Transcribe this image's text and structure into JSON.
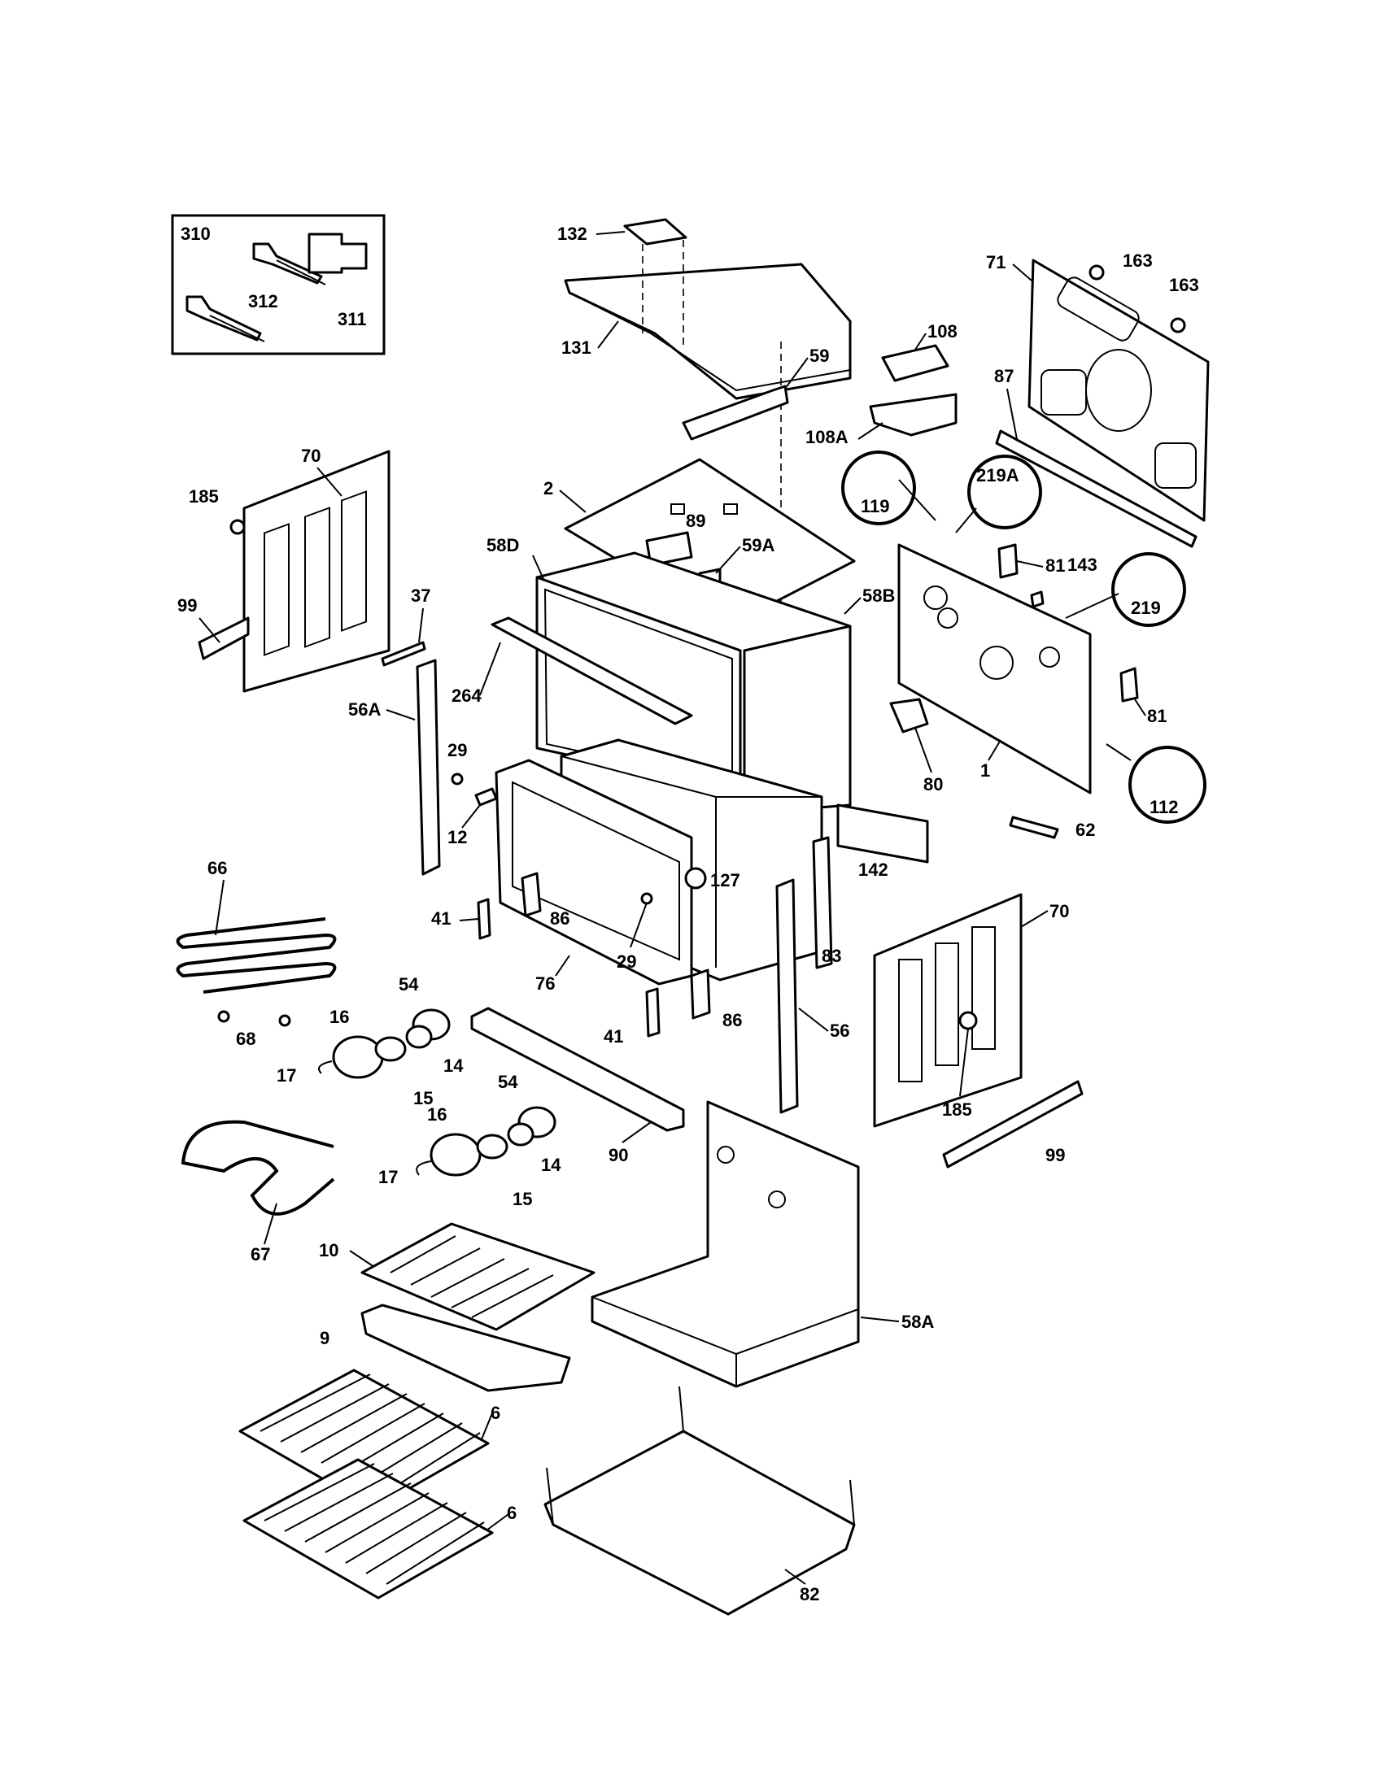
{
  "labels": {
    "l310": "310",
    "l311": "311",
    "l312": "312",
    "l132": "132",
    "l131": "131",
    "l59": "59",
    "l108": "108",
    "l108A": "108A",
    "l163a": "163",
    "l163b": "163",
    "l71": "71",
    "l87": "87",
    "l70a": "70",
    "l185a": "185",
    "l99a": "99",
    "l2": "2",
    "l89": "89",
    "l59A": "59A",
    "l58D": "58D",
    "l58B": "58B",
    "l119": "119",
    "l219A": "219A",
    "l219": "219",
    "l81a": "81",
    "l143": "143",
    "l81b": "81",
    "l112": "112",
    "l80": "80",
    "l1": "1",
    "l62": "62",
    "l37": "37",
    "l264": "264",
    "l56A": "56A",
    "l29a": "29",
    "l12": "12",
    "l127": "127",
    "l142": "142",
    "l66": "66",
    "l41a": "41",
    "l86a": "86",
    "l29b": "29",
    "l83": "83",
    "l70b": "70",
    "l68": "68",
    "l54a": "54",
    "l16a": "16",
    "l14a": "14",
    "l15a": "15",
    "l17a": "17",
    "l76": "76",
    "l41b": "41",
    "l86b": "86",
    "l56": "56",
    "l90": "90",
    "l185b": "185",
    "l99b": "99",
    "l54b": "54",
    "l16b": "16",
    "l14b": "14",
    "l15b": "15",
    "l17b": "17",
    "l67": "67",
    "l10": "10",
    "l9": "9",
    "l58A": "58A",
    "l6a": "6",
    "l6b": "6",
    "l82": "82"
  },
  "colors": {
    "ink": "#000000",
    "paper": "#ffffff"
  }
}
